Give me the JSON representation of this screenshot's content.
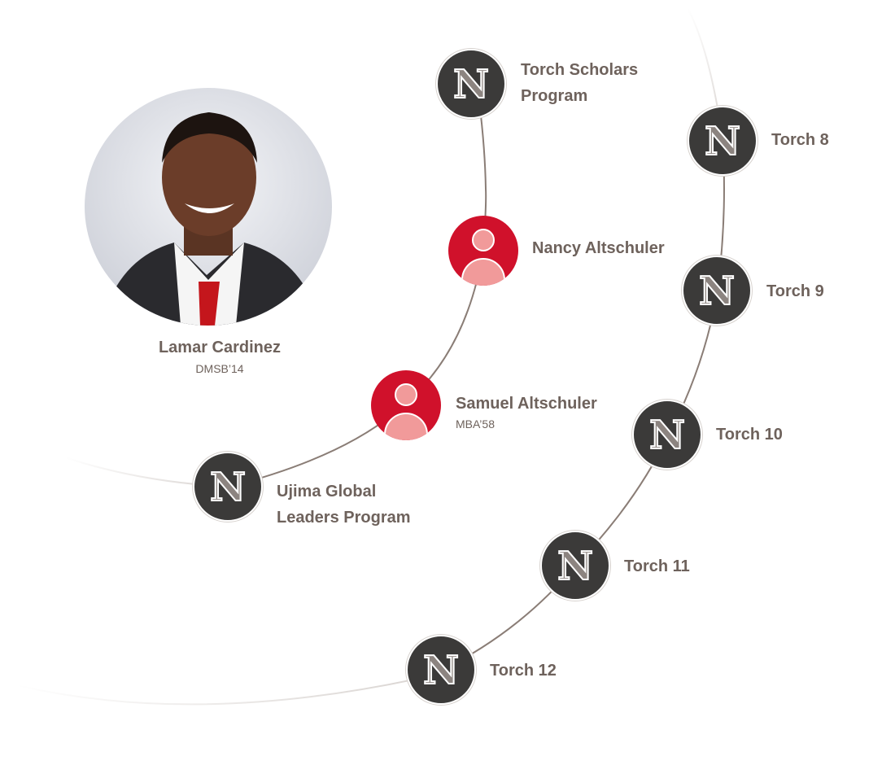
{
  "featured_person": {
    "name": "Lamar Cardinez",
    "class_year": "DMSB’14"
  },
  "inner_path": [
    {
      "type": "program",
      "label": "Torch Scholars Program",
      "line1": "Torch Scholars",
      "line2": "Program"
    },
    {
      "type": "person",
      "name": "Nancy Altschuler"
    },
    {
      "type": "person",
      "name": "Samuel Altschuler",
      "sub": "MBA’58"
    },
    {
      "type": "program",
      "label": "Ujima Global Leaders Program",
      "line1": "Ujima Global",
      "line2": "Leaders Program"
    }
  ],
  "outer_path": [
    {
      "type": "program",
      "label": "Torch 8"
    },
    {
      "type": "program",
      "label": "Torch 9"
    },
    {
      "type": "program",
      "label": "Torch 10"
    },
    {
      "type": "program",
      "label": "Torch 11"
    },
    {
      "type": "program",
      "label": "Torch 12"
    }
  ],
  "colors": {
    "logo_fill": "#3b3a39",
    "person_fill": "#d0112b",
    "person_icon": "#f19a9a",
    "text": "#6e625c",
    "connector": "#8a7d76",
    "arc_faint": "#e2dfdd"
  },
  "icons": {
    "program": "university-n-logo-icon",
    "person": "user-silhouette-icon"
  }
}
